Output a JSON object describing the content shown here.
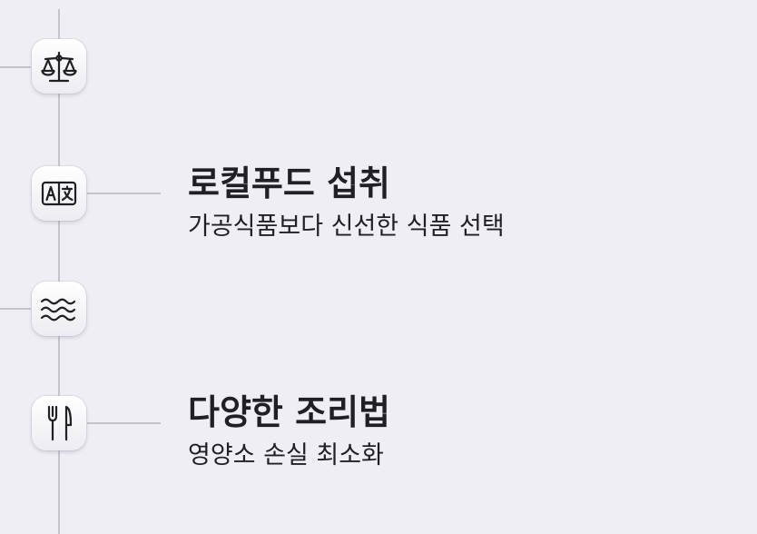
{
  "timeline": {
    "items": [
      {
        "icon": "scale-icon"
      },
      {
        "icon": "translate-icon",
        "title": "로컬푸드 섭취",
        "subtitle": "가공식품보다 신선한 식품 선택"
      },
      {
        "icon": "waves-icon"
      },
      {
        "icon": "fork-knife-icon",
        "title": "다양한 조리법",
        "subtitle": "영양소 손실 최소화"
      }
    ]
  }
}
